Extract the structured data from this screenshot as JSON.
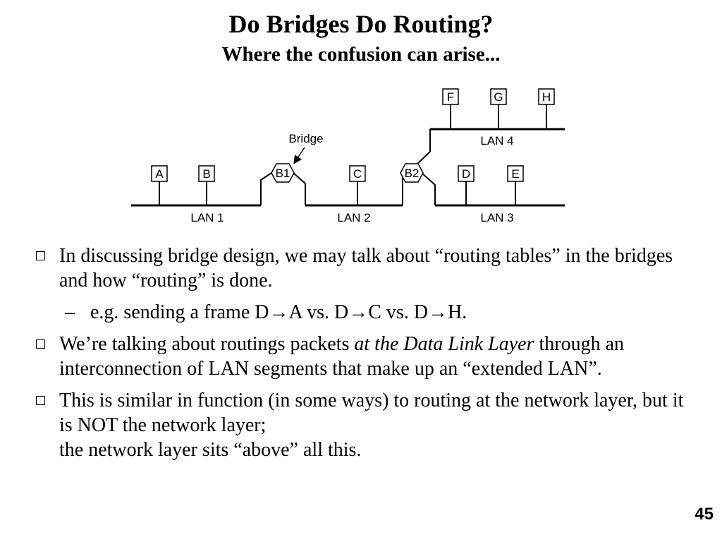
{
  "slide": {
    "title": "Do Bridges Do Routing?",
    "subtitle": "Where the confusion can arise...",
    "page_number": "45"
  },
  "diagram": {
    "callout": "Bridge",
    "bridges": [
      "B1",
      "B2"
    ],
    "hosts": [
      "A",
      "B",
      "C",
      "D",
      "E",
      "F",
      "G",
      "H"
    ],
    "lans": [
      "LAN 1",
      "LAN 2",
      "LAN 3",
      "LAN 4"
    ]
  },
  "bullets": [
    {
      "text": "In discussing bridge design, we may talk about “routing tables” in the bridges and how “routing” is done.",
      "sub": {
        "dash": "–",
        "text": "e.g. sending a frame D→A vs. D→C vs. D→H."
      }
    },
    {
      "text_before": "We’re talking about routings packets ",
      "text_italic": "at the Data Link Layer",
      "text_after": " through an interconnection of LAN segments that make up an “extended LAN”."
    },
    {
      "line1": "This is similar in function (in some ways) to routing at the network layer, but it is NOT the network layer;",
      "line2": "the network layer sits “above” all this."
    }
  ]
}
